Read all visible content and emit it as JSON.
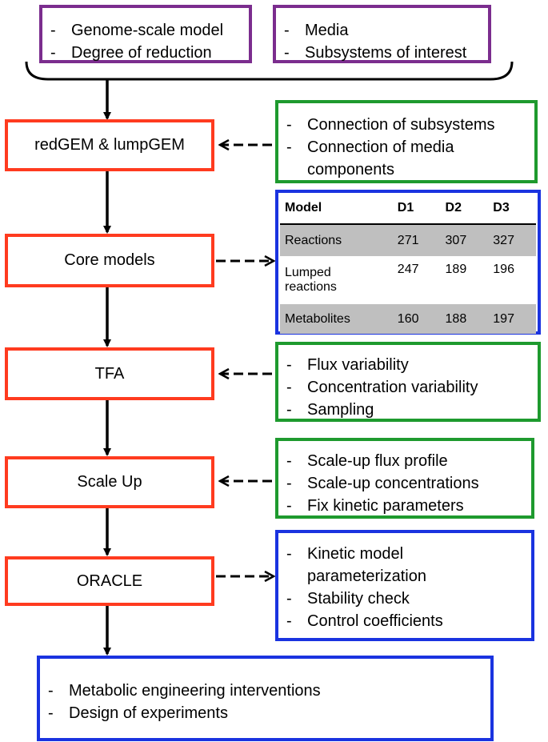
{
  "inputs": {
    "left": [
      "Genome-scale model",
      "Degree of reduction"
    ],
    "right": [
      "Media",
      "Subsystems of interest"
    ]
  },
  "steps": {
    "redgem": "redGEM & lumpGEM",
    "core": "Core models",
    "tfa": "TFA",
    "scaleup": "Scale Up",
    "oracle": "ORACLE"
  },
  "notes": {
    "redgem": [
      "Connection of subsystems",
      "Connection of media components"
    ],
    "tfa": [
      "Flux variability",
      "Concentration variability",
      "Sampling"
    ],
    "scaleup": [
      "Scale-up flux profile",
      "Scale-up concentrations",
      "Fix kinetic parameters"
    ],
    "oracle": [
      "Kinetic model parameterization",
      "Stability check",
      "Control coefficients"
    ]
  },
  "core_table": {
    "headers": [
      "Model",
      "D1",
      "D2",
      "D3"
    ],
    "rows": [
      {
        "label": "Reactions",
        "values": [
          "271",
          "307",
          "327"
        ]
      },
      {
        "label": "Lumped reactions",
        "values": [
          "247",
          "189",
          "196"
        ]
      },
      {
        "label": "Metabolites",
        "values": [
          "160",
          "188",
          "197"
        ]
      }
    ]
  },
  "outputs": [
    "Metabolic engineering interventions",
    "Design of experiments"
  ],
  "colors": {
    "input_border": "#7B2D8E",
    "step_border": "#FF3B1F",
    "constraint_border": "#1E9A2E",
    "result_border": "#1A33E0"
  }
}
